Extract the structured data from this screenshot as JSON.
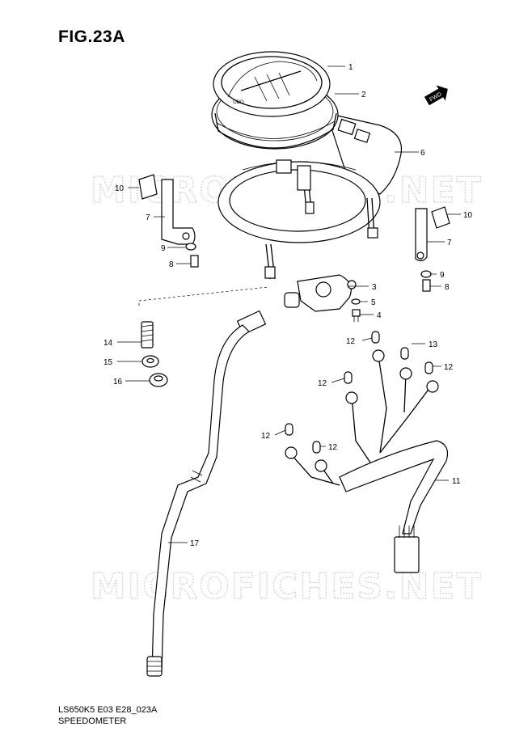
{
  "figure": {
    "title": "FIG.23A",
    "code": "LS650K5 E03 E28_023A",
    "name": "SPEEDOMETER",
    "arrow_label": "FWD"
  },
  "watermark": {
    "text": "MICROFICHES.NET"
  },
  "callouts": [
    "1",
    "2",
    "3",
    "4",
    "5",
    "6",
    "7",
    "7",
    "8",
    "8",
    "9",
    "9",
    "10",
    "10",
    "11",
    "12",
    "12",
    "12",
    "12",
    "12",
    "13",
    "14",
    "15",
    "16",
    "17"
  ]
}
